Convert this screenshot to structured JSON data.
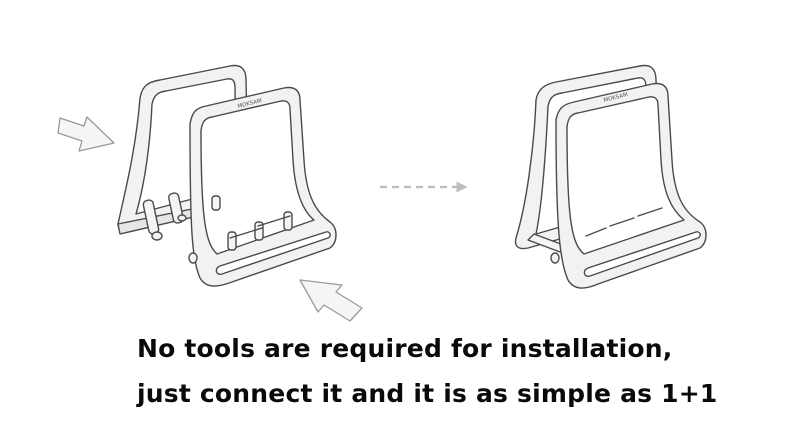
{
  "caption": {
    "line1": "No tools are required for installation,",
    "line2": "just connect it and it is as simple as 1+1"
  },
  "brand_mark": "MOKSAM",
  "icons": [
    "arrow-right-icon",
    "arrow-upleft-icon",
    "dashed-arrow-right-icon"
  ],
  "colors": {
    "stroke": "#4a4a4a",
    "frame_fill": "#f2f2f2",
    "arrow_fill": "#f5f5f5",
    "arrow_stroke": "#9a9a9a",
    "dashed_arrow": "#bdbdbd",
    "text": "#0a0a0a"
  }
}
